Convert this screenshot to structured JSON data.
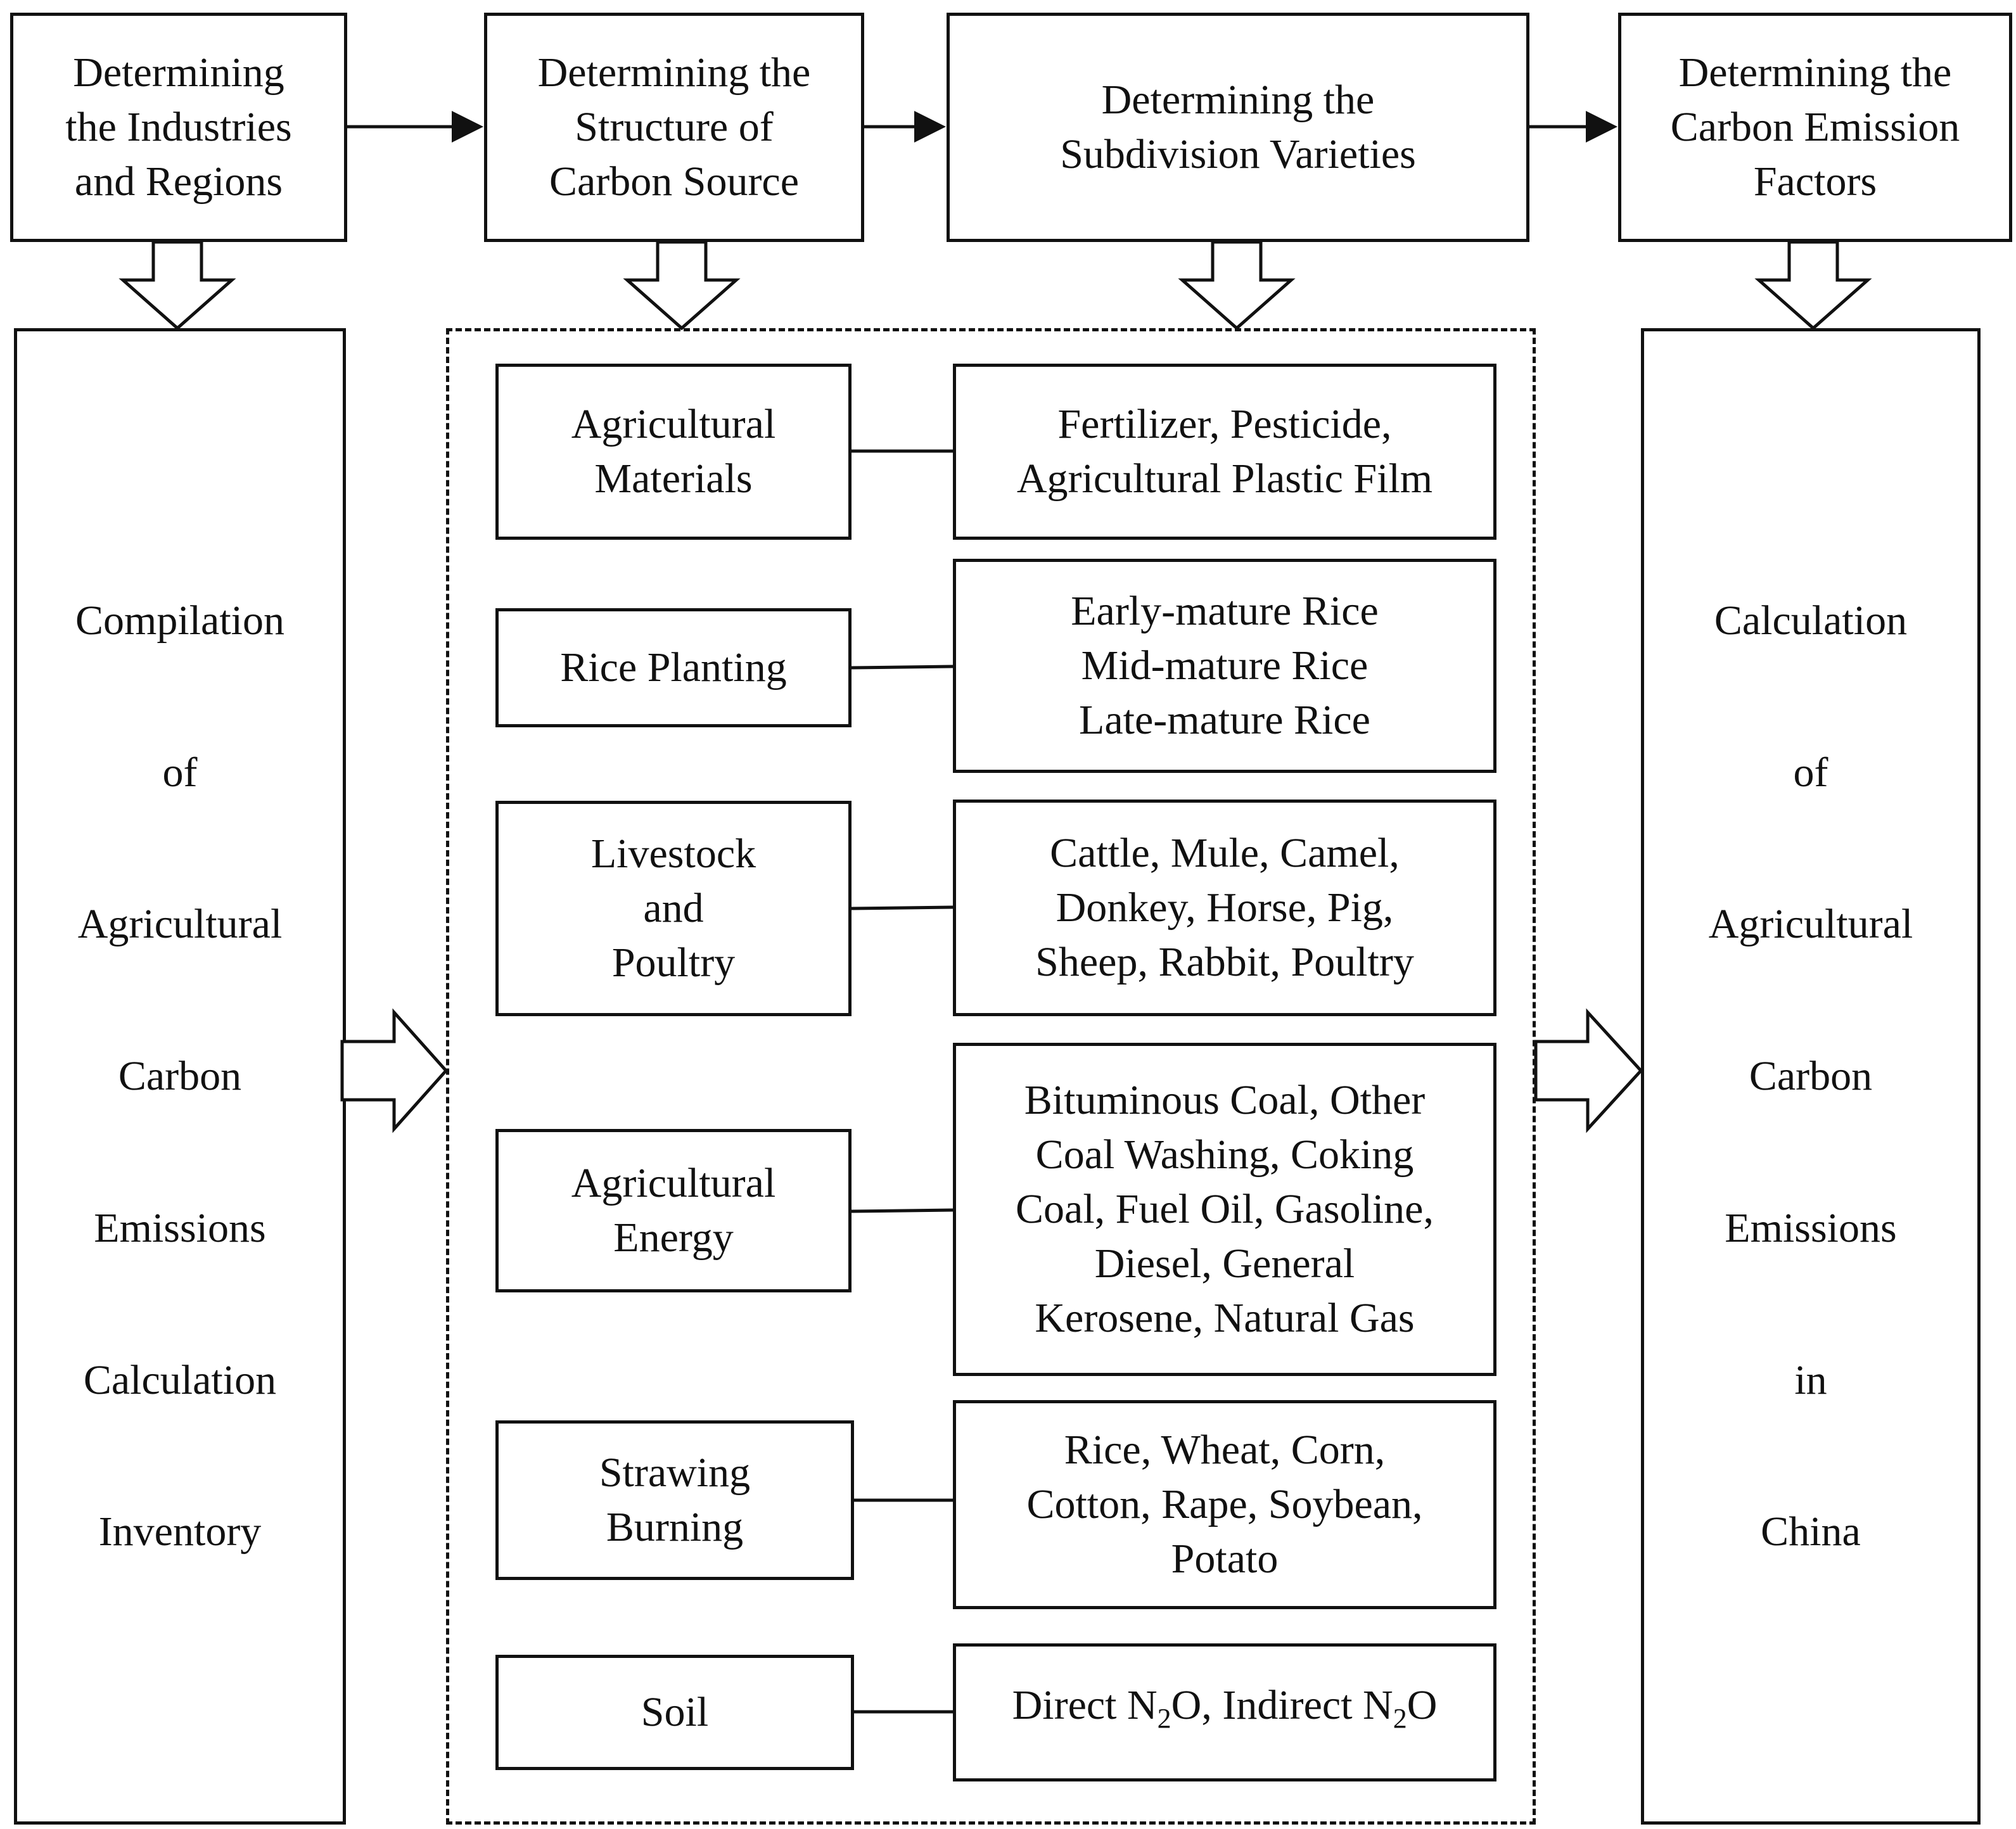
{
  "top_steps": [
    {
      "lines": [
        "Determining",
        "the Industries",
        "and Regions"
      ]
    },
    {
      "lines": [
        "Determining the",
        "Structure of",
        "Carbon Source"
      ]
    },
    {
      "lines": [
        "Determining the",
        "Subdivision Varieties"
      ]
    },
    {
      "lines": [
        "Determining the",
        "Carbon Emission",
        "Factors"
      ]
    }
  ],
  "left_panel": {
    "lines": [
      "Compilation",
      "of",
      "Agricultural",
      "Carbon",
      "Emissions",
      "Calculation",
      "Inventory"
    ]
  },
  "right_panel": {
    "lines": [
      "Calculation",
      "of",
      "Agricultural",
      "Carbon",
      "Emissions",
      "in",
      "China"
    ]
  },
  "categories": [
    {
      "source": [
        "Agricultural",
        "Materials"
      ],
      "varieties": [
        "Fertilizer, Pesticide,",
        "Agricultural Plastic Film"
      ]
    },
    {
      "source": [
        "Rice Planting"
      ],
      "varieties": [
        "Early-mature Rice",
        "Mid-mature Rice",
        "Late-mature Rice"
      ]
    },
    {
      "source": [
        "Livestock",
        "and",
        "Poultry"
      ],
      "varieties": [
        "Cattle, Mule, Camel,",
        "Donkey, Horse, Pig,",
        "Sheep, Rabbit, Poultry"
      ]
    },
    {
      "source": [
        "Agricultural",
        "Energy"
      ],
      "varieties": [
        "Bituminous Coal, Other",
        "Coal Washing, Coking",
        "Coal, Fuel Oil, Gasoline,",
        "Diesel, General",
        "Kerosene, Natural Gas"
      ]
    },
    {
      "source": [
        "Strawing",
        "Burning"
      ],
      "varieties": [
        "Rice, Wheat, Corn,",
        "Cotton, Rape, Soybean,",
        "Potato"
      ]
    },
    {
      "source": [
        "Soil"
      ],
      "varieties_parts": [
        "Direct N",
        "2",
        "O, Indirect N",
        "2",
        "O"
      ]
    }
  ]
}
